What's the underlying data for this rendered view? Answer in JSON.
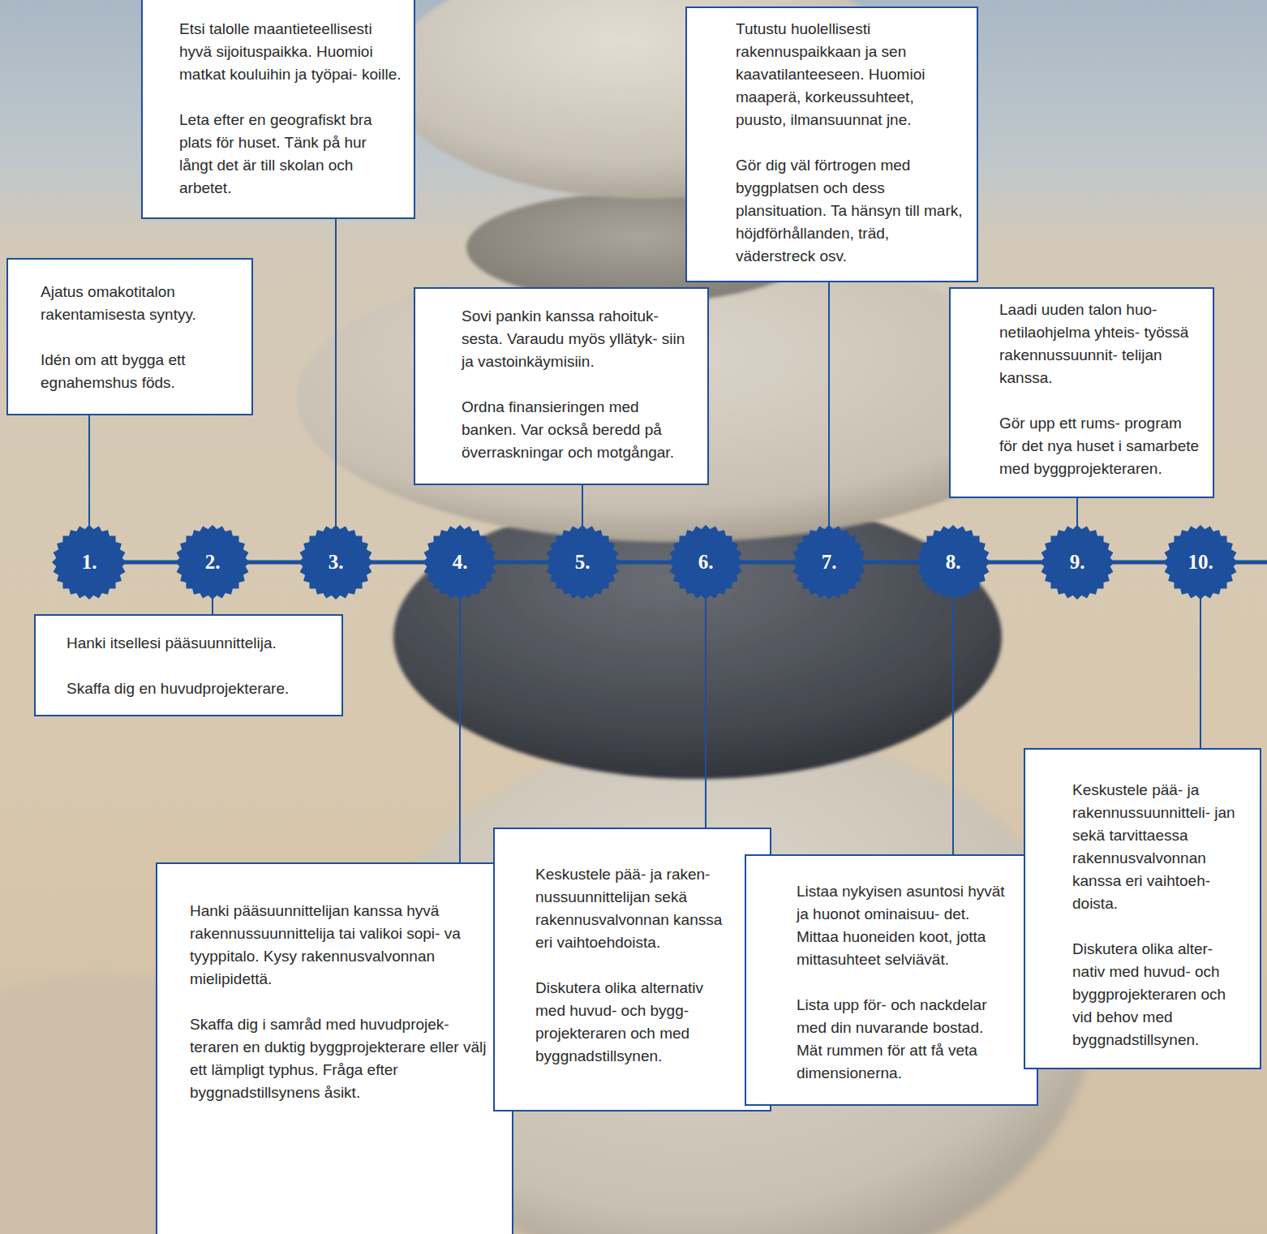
{
  "diagram": {
    "nodes": [
      {
        "text": [
          "1."
        ]
      },
      {
        "text": [
          "2."
        ]
      },
      {
        "text": [
          "3."
        ]
      },
      {
        "text": [
          "4."
        ]
      },
      {
        "text": [
          "5."
        ]
      },
      {
        "text": [
          "6."
        ]
      },
      {
        "text": [
          "7."
        ]
      },
      {
        "text": [
          "8."
        ]
      },
      {
        "text": [
          "9."
        ]
      },
      {
        "text": [
          "10."
        ]
      },
      {
        "text": [
          "Ajatus omakotitalon rakentamisesta syntyy.",
          "Idén om att bygga ett egnahemshus föds."
        ]
      },
      {
        "text": [
          "Hanki itsellesi pääsuunnittelija.",
          "Skaffa dig en huvudprojekterare."
        ]
      },
      {
        "text": [
          "Etsi talolle maantieteellisesti hyvä sijoituspaikka. Huomioi matkat kouluihin ja työpai- koille.",
          "Leta efter en geografiskt bra plats för huset. Tänk på hur långt det är till skolan och arbetet."
        ]
      },
      {
        "text": [
          "Hanki pääsuunnittelijan kanssa hyvä rakennussuunnittelija tai valikoi sopi- va tyyppitalo. Kysy rakennusvalvonnan mielipidettä.",
          "Skaffa dig i samråd med huvudprojek- teraren en duktig byggprojekterare eller välj ett lämpligt typhus. Fråga efter byggnadstillsynens åsikt."
        ]
      },
      {
        "text": [
          "Sovi pankin kanssa rahoituk- sesta. Varaudu myös yllätyk- siin ja vastoinkäymisiin.",
          "Ordna finansieringen med banken. Var också beredd på överraskningar och motgångar."
        ]
      },
      {
        "text": [
          "Keskustele pää- ja raken- nussuunnittelijan sekä rakennusvalvonnan kanssa eri vaihtoehdoista.",
          "Diskutera olika alternativ med huvud- och bygg- projekteraren och med byggnadstillsynen."
        ]
      },
      {
        "text": [
          "Tutustu huolellisesti rakennuspaikkaan ja sen kaavatilanteeseen. Huomioi maaperä, korkeussuhteet, puusto, ilmansuunnat jne.",
          "Gör dig väl förtrogen med byggplatsen och dess plansituation. Ta hänsyn till mark, höjdförhållanden, träd, väderstreck osv."
        ]
      },
      {
        "text": [
          "Listaa nykyisen asuntosi hyvät ja huonot ominaisuu- det. Mittaa huoneiden koot, jotta mittasuhteet selviävät.",
          "Lista upp för- och nackdelar med din nuvarande bostad. Mät rummen för att få veta dimensionerna."
        ]
      },
      {
        "text": [
          "Laadi uuden talon huo- netilaohjelma yhteis- työssä rakennussuunnit- telijan kanssa.",
          "Gör upp ett rums- program för det nya huset i samarbete med byggprojekteraren."
        ]
      },
      {
        "text": [
          "Keskustele pää- ja rakennussuunnitteli- jan sekä tarvittaessa rakennusvalvonnan kanssa eri vaihtoeh- doista.",
          "Diskutera olika alter- nativ med huvud- och byggprojekteraren och vid behov med byggnadstillsynen."
        ]
      }
    ],
    "edges": [
      {
        "from": 0,
        "to": 1,
        "arrow": "none"
      },
      {
        "from": 1,
        "to": 2,
        "arrow": "none"
      },
      {
        "from": 2,
        "to": 3,
        "arrow": "none"
      },
      {
        "from": 3,
        "to": 4,
        "arrow": "none"
      },
      {
        "from": 4,
        "to": 5,
        "arrow": "none"
      },
      {
        "from": 5,
        "to": 6,
        "arrow": "none"
      },
      {
        "from": 6,
        "to": 7,
        "arrow": "none"
      },
      {
        "from": 7,
        "to": 8,
        "arrow": "none"
      },
      {
        "from": 8,
        "to": 9,
        "arrow": "none"
      },
      {
        "from": 10,
        "to": 0,
        "arrow": "none"
      },
      {
        "from": 11,
        "to": 1,
        "arrow": "none"
      },
      {
        "from": 12,
        "to": 2,
        "arrow": "none"
      },
      {
        "from": 13,
        "to": 3,
        "arrow": "none"
      },
      {
        "from": 14,
        "to": 4,
        "arrow": "none"
      },
      {
        "from": 15,
        "to": 5,
        "arrow": "none"
      },
      {
        "from": 16,
        "to": 6,
        "arrow": "none"
      },
      {
        "from": 17,
        "to": 7,
        "arrow": "none"
      },
      {
        "from": 18,
        "to": 8,
        "arrow": "none"
      },
      {
        "from": 19,
        "to": 9,
        "arrow": "none"
      }
    ]
  }
}
